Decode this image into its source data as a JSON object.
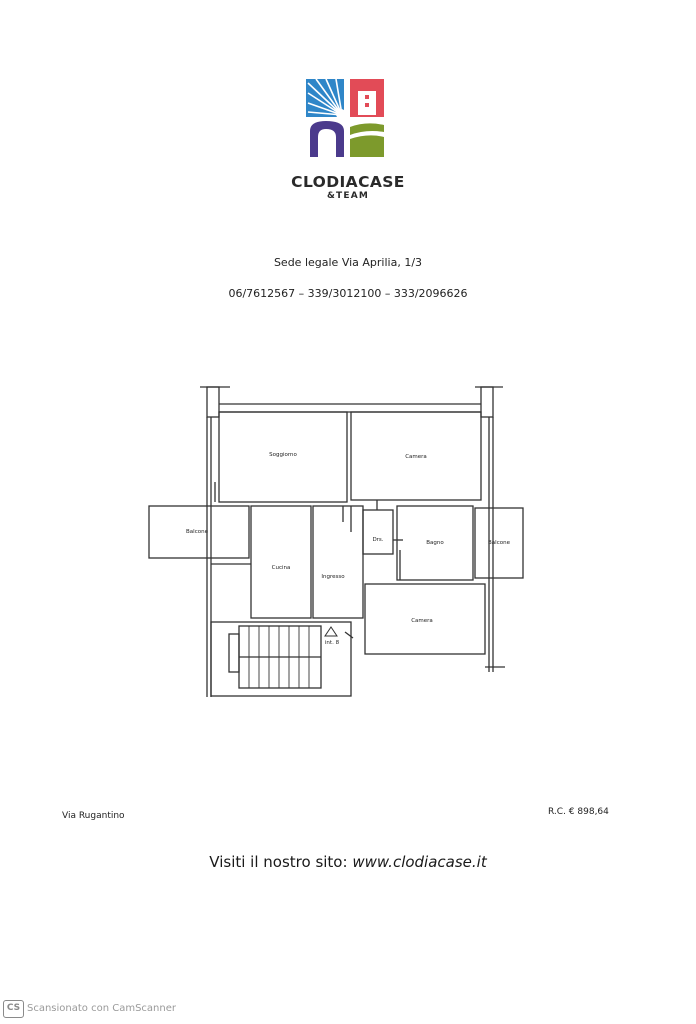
{
  "header": {
    "brand_name": "CLODIACASE",
    "brand_sub": "&TEAM",
    "address": "Sede legale Via Aprilia, 1/3",
    "phones": "06/7612567 – 339/3012100 – 333/2096626"
  },
  "plan": {
    "rooms": {
      "soggiorno": "Soggiorno",
      "camera_top": "Camera",
      "balcone_left": "Balcone",
      "cucina": "Cucina",
      "ingresso": "Ingresso",
      "drs": "Drs.",
      "bagno": "Bagno",
      "balcone_right": "Balcone",
      "camera_bottom": "Camera",
      "interno": "int. 8"
    }
  },
  "footer": {
    "street": "Via Rugantino",
    "rc": "R.C. € 898,64",
    "visit_prefix": "Visiti il nostro sito:",
    "visit_url": "www.clodiacase.it"
  },
  "watermark": {
    "badge": "CS",
    "text": "Scansionato con CamScanner"
  },
  "colors": {
    "logo_blue": "#2f86c8",
    "logo_red": "#e24b57",
    "logo_purple": "#4b3a8c",
    "logo_green": "#7d9a2c"
  }
}
